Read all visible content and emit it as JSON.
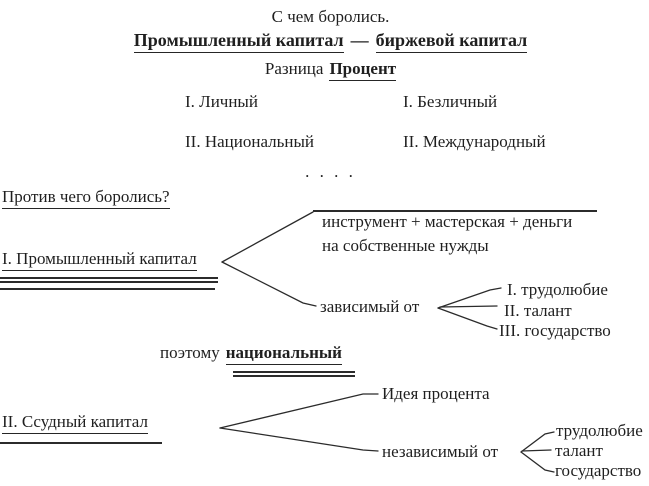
{
  "meta": {
    "background": "#ffffff",
    "text_color": "#1f1f1f",
    "line_color": "#2b2b2b"
  },
  "top": {
    "title": "С чем боролись.",
    "comparison": {
      "left": "Промышленный капитал",
      "dash": "—",
      "right": "биржевой капитал"
    },
    "difference": {
      "label": "Разница",
      "term": "Процент"
    },
    "columns": {
      "left": [
        "I. Личный",
        "II. Национальный"
      ],
      "right": [
        "I. Безличный",
        "II. Международный"
      ]
    },
    "separator_dots": ". . . ."
  },
  "against": {
    "question": "Против чего боролись?",
    "industrial": {
      "label": "I. Промышленный капитал",
      "own_means_line1": "инструмент + мастерская + деньги",
      "own_means_line2": "на собственные нужды",
      "dependent_label": "зависимый от",
      "dependent_items": [
        "I. трудолюбие",
        "II. талант",
        "III. государство"
      ],
      "conclusion_prefix": "поэтому",
      "conclusion_term": "национальный"
    },
    "loan": {
      "label": "II. Ссудный капитал",
      "idea": "Идея процента",
      "independent_label": "независимый от",
      "independent_items": [
        "трудолюбие",
        "талант",
        "государство"
      ]
    }
  }
}
